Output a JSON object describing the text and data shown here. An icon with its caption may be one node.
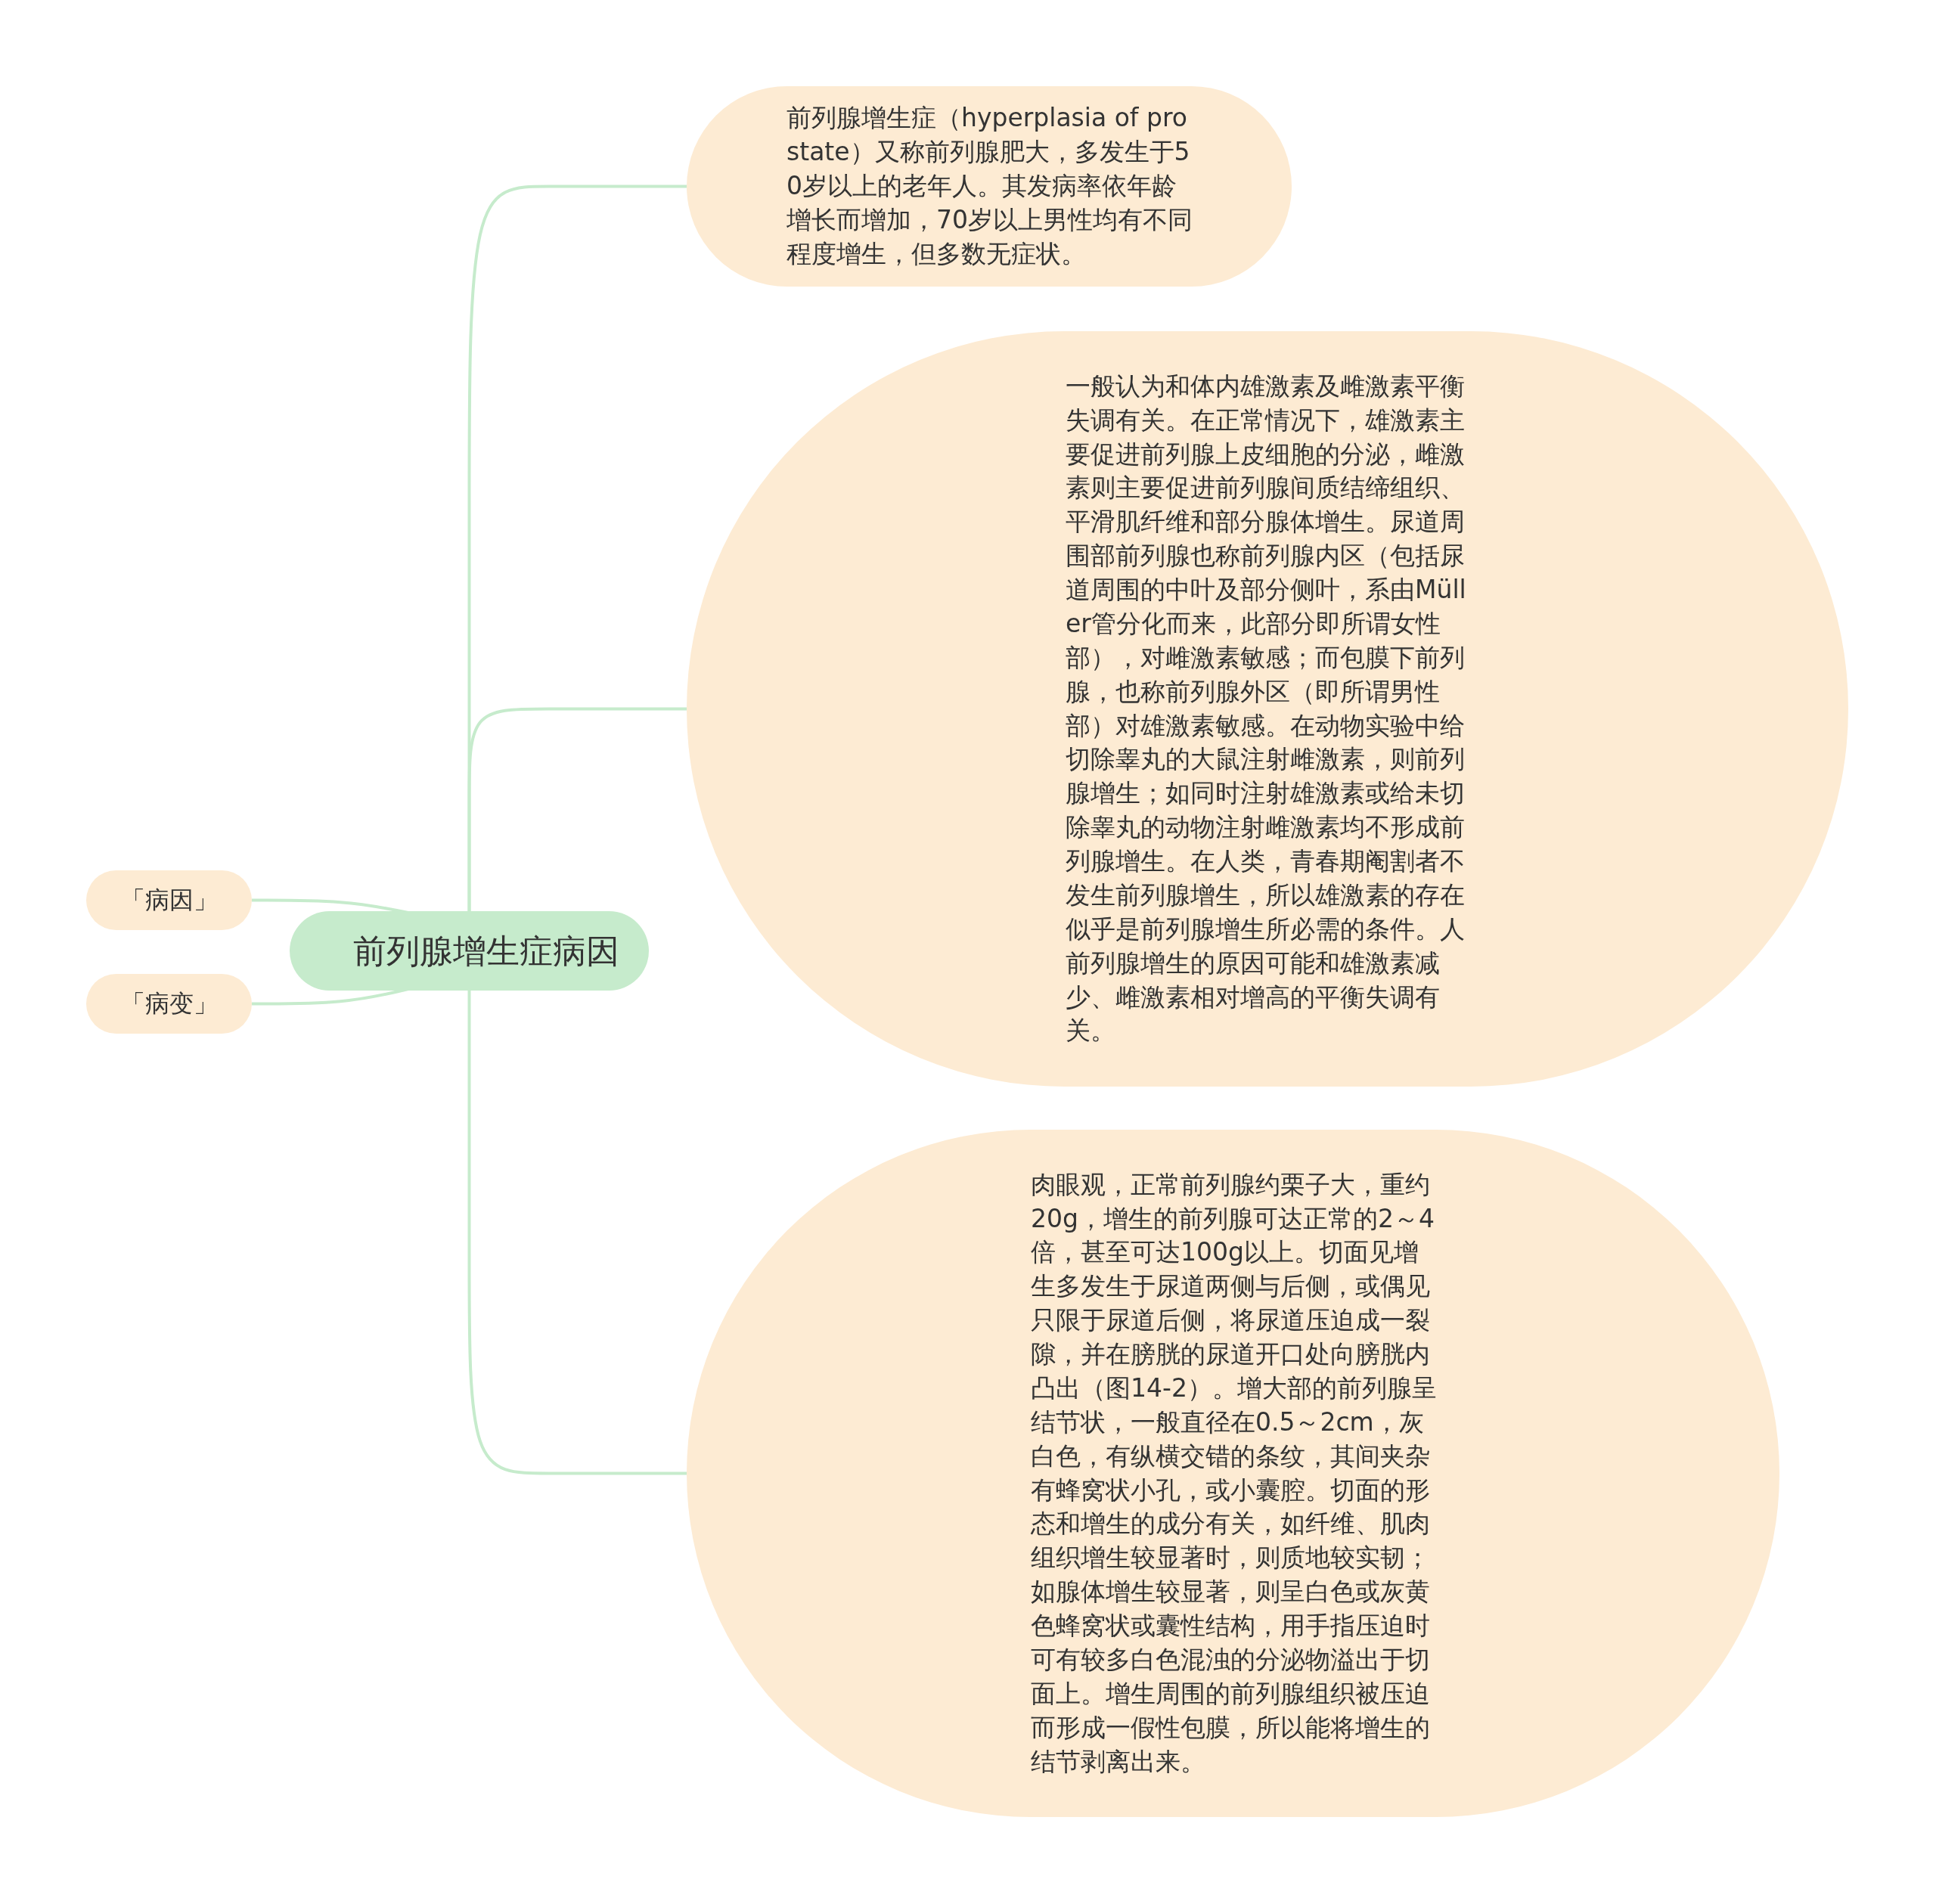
{
  "diagram": {
    "nodes": [
      {
        "text": [
          "前列腺增生症病因"
        ]
      },
      {
        "text": [
          "前列腺增生症（hyperplasia of prostate）又称前列腺肥大，多发生于50岁以上的老年人。其发病率依年龄增长而增加，70岁以上男性均有不同程度增生，但多数无症状。"
        ]
      },
      {
        "text": [
          "一般认为和体内雄激素及雌激素平衡失调有关。在正常情况下，雄激素主要促进前列腺上皮细胞的分泌，雌激素则主要促进前列腺间质结缔组织、平滑肌纤维和部分腺体增生。尿道周围部前列腺也称前列腺内区（包括尿道周围的中叶及部分侧叶，系由Müller管分化而来，此部分即所谓女性部），对雌激素敏感；而包膜下前列腺，也称前列腺外区（即所谓男性部）对雄激素敏感。在动物实验中给切除睾丸的大鼠注射雌激素，则前列腺增生；如同时注射雄激素或给未切除睾丸的动物注射雌激素均不形成前列腺增生。在人类，青春期阉割者不发生前列腺增生，所以雄激素的存在似乎是前列腺增生所必需的条件。人前列腺增生的原因可能和雄激素减少、雌激素相对增高的平衡失调有关。"
        ]
      },
      {
        "text": [
          "肉眼观，正常前列腺约栗子大，重约20g，增生的前列腺可达正常的2～4倍，甚至可达100g以上。切面见增生多发生于尿道两侧与后侧，或偶见只限于尿道后侧，将尿道压迫成一裂隙，并在膀胱的尿道开口处向膀胱内凸出（图14-2）。增大部的前列腺呈结节状，一般直径在0.5～2cm，灰白色，有纵横交错的条纹，其间夹杂有蜂窝状小孔，或小囊腔。切面的形态和增生的成分有关，如纤维、肌肉组织增生较显著时，则质地较实韧；如腺体增生较显著，则呈白色或灰黄色蜂窝状或囊性结构，用手指压迫时可有较多白色混浊的分泌物溢出于切面上。增生周围的前列腺组织被压迫而形成一假性包膜，所以能将增生的结节剥离出来。"
        ]
      },
      {
        "text": [
          "「病因」"
        ]
      },
      {
        "text": [
          "「病变」"
        ]
      }
    ],
    "edges": [
      {
        "from": 0,
        "to": 1,
        "arrow": "none"
      },
      {
        "from": 0,
        "to": 2,
        "arrow": "none"
      },
      {
        "from": 0,
        "to": 3,
        "arrow": "none"
      },
      {
        "from": 0,
        "to": 4,
        "arrow": "none"
      },
      {
        "from": 0,
        "to": 5,
        "arrow": "none"
      }
    ]
  }
}
